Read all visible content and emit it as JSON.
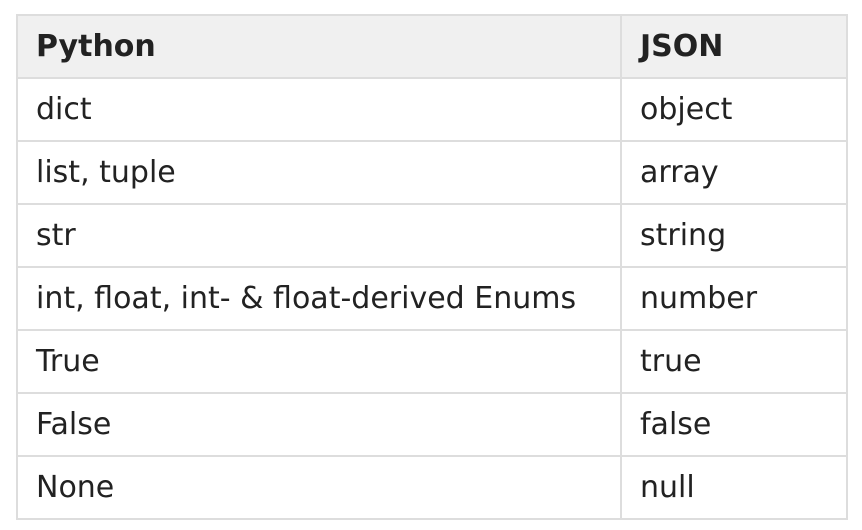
{
  "table": {
    "headers": [
      "Python",
      "JSON"
    ],
    "rows": [
      [
        "dict",
        "object"
      ],
      [
        "list, tuple",
        "array"
      ],
      [
        "str",
        "string"
      ],
      [
        "int, float, int- & float-derived Enums",
        "number"
      ],
      [
        "True",
        "true"
      ],
      [
        "False",
        "false"
      ],
      [
        "None",
        "null"
      ]
    ]
  },
  "colors": {
    "header_background": "#f0f0f0",
    "border": "#dddddd",
    "text": "#222222"
  }
}
